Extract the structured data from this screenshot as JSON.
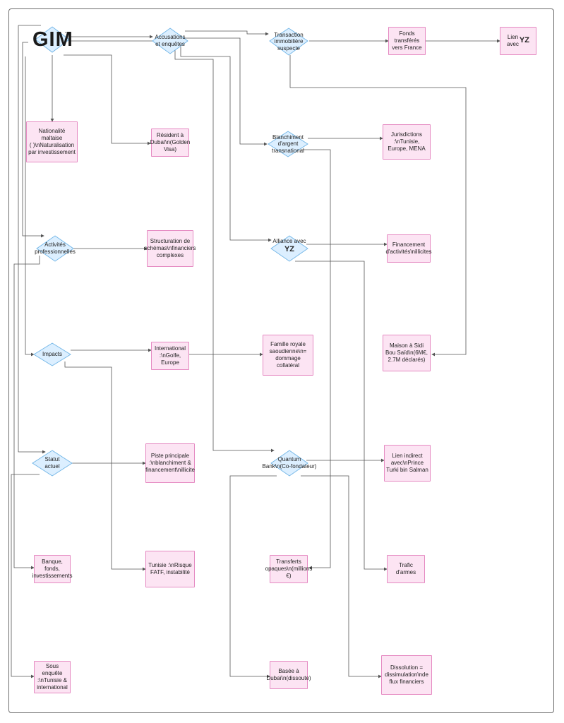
{
  "diagram": {
    "title": "GIM",
    "nodes": {
      "accusations": {
        "label": "Accusations\net enquêtes"
      },
      "transaction": {
        "label": "Transaction\nimmobilière\nsuspecte"
      },
      "fonds": {
        "label": "Fonds\ntransférés\nvers France"
      },
      "lien_yz": {
        "label": "Lien\navec",
        "mark": "YZ"
      },
      "nationalite": {
        "label": "Nationalité\nmaltaise\n(      )\\nNaturalisation\npar investissement"
      },
      "resident": {
        "label": "Résident à\nDubaï\\n(Golden\nVisa)"
      },
      "blanchiment": {
        "label": "Blanchiment\nd'argent\ntransnational"
      },
      "jurisdictions": {
        "label": "Jurisdictions\n:\\nTunisie,\nEurope, MENA"
      },
      "activites": {
        "label": "Activités\nprofessionnelles"
      },
      "structuration": {
        "label": "Structuration de\nschémas\\nfinanciers\ncomplexes"
      },
      "alliance": {
        "label": "Alliance avec",
        "mark": "YZ"
      },
      "financement": {
        "label": "Financement\nd'activités\\nillicites"
      },
      "impacts": {
        "label": "Impacts"
      },
      "international": {
        "label": "International\n:\\nGolfe,\nEurope"
      },
      "famille": {
        "label": "Famille royale\nsaoudienne\\n=\ndommage\ncollatéral"
      },
      "maison": {
        "label": "Maison à Sidi\nBou Saïd\\n(6M€,\n2.7M déclarés)"
      },
      "statut": {
        "label": "Statut\nactuel"
      },
      "piste": {
        "label": "Piste principale\n:\\nblanchiment &\nfinancement\\nillicite"
      },
      "quantum": {
        "label": "Quantum\nBank\\n(Co-fondateur)"
      },
      "lien_indirect": {
        "label": "Lien indirect\navec\\nPrince\nTurki bin Salman"
      },
      "banque": {
        "label": "Banque,\nfonds,\ninvestissements"
      },
      "tunisie": {
        "label": "Tunisie :\\nRisque\nFATF, instabilité"
      },
      "transferts": {
        "label": "Transferts\nopaques\\n(millions\n€)"
      },
      "trafic": {
        "label": "Trafic\nd'armes"
      },
      "sous_enquete": {
        "label": "Sous\nenquête\n:\\nTunisie &\ninternational"
      },
      "basee": {
        "label": "Basée à\nDubaï\\n(dissoute)"
      },
      "dissolution": {
        "label": "Dissolution =\ndissimulation\\nde\nflux financiers"
      }
    },
    "colors": {
      "box_fill": "#fce4f3",
      "box_border": "#e58ac2",
      "diamond_fill": "#dcefff",
      "diamond_border": "#6fb4e6",
      "edge": "#555555"
    }
  }
}
